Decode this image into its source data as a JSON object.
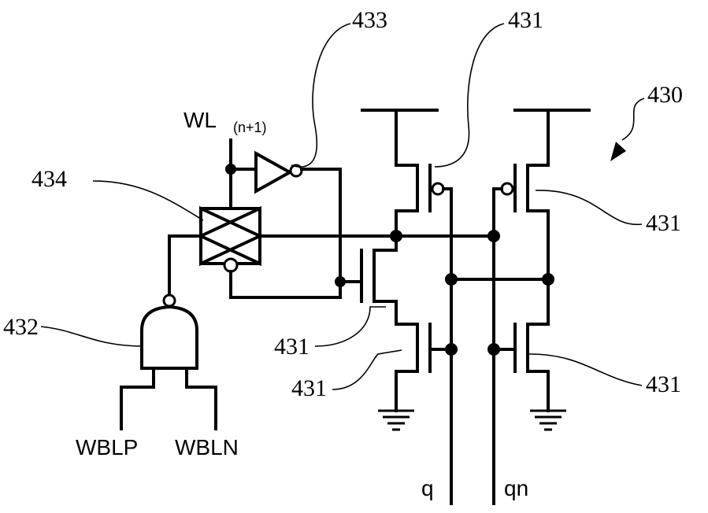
{
  "labels": {
    "wl": "WL",
    "wl_sub": "(n+1)",
    "wblp": "WBLP",
    "wbln": "WBLN",
    "q": "q",
    "qn": "qn"
  },
  "refs": {
    "r430": "430",
    "r431_top": "431",
    "r431_right_upper": "431",
    "r431_left_upper": "431",
    "r431_left_lower": "431",
    "r431_right_lower": "431",
    "r432": "432",
    "r433": "433",
    "r434": "434"
  }
}
